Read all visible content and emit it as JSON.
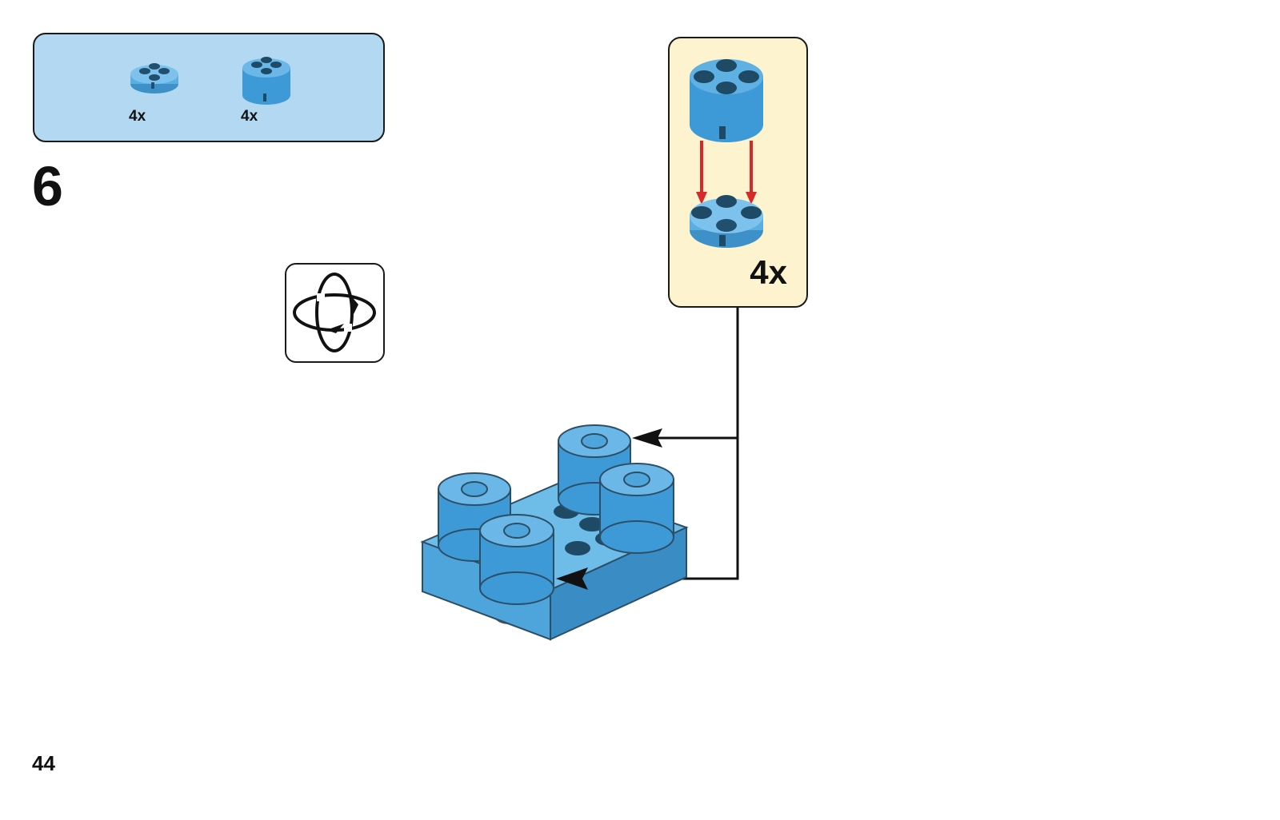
{
  "step": {
    "number": "6"
  },
  "parts_list": [
    {
      "qty": "4x",
      "icon": "round-plate-2x2-icon",
      "color": "#5aaee0"
    },
    {
      "qty": "4x",
      "icon": "round-brick-2x2-icon",
      "color": "#3d9ad6"
    }
  ],
  "callout": {
    "qty": "4x"
  },
  "page": {
    "number": "44"
  },
  "colors": {
    "part_blue": "#4ea5dc",
    "parts_bg": "#b3d8f2",
    "callout_bg": "#fdf3cf",
    "arrow_red": "#d42a2a"
  }
}
